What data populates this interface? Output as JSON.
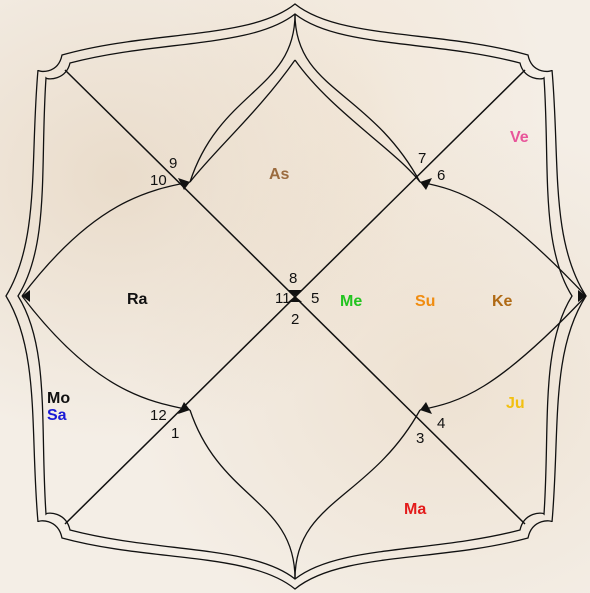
{
  "house_numbers": [
    "9",
    "10",
    "7",
    "6",
    "8",
    "11",
    "5",
    "2",
    "12",
    "1",
    "4",
    "3"
  ],
  "planets": [
    {
      "label": "As",
      "color": "#9b6b3e"
    },
    {
      "label": "Ve",
      "color": "#e8559a"
    },
    {
      "label": "Ra",
      "color": "#111111"
    },
    {
      "label": "Me",
      "color": "#22c41f"
    },
    {
      "label": "Su",
      "color": "#f08c10"
    },
    {
      "label": "Ke",
      "color": "#b06a14"
    },
    {
      "label": "Mo",
      "color": "#111111"
    },
    {
      "label": "Sa",
      "color": "#1a1ad6"
    },
    {
      "label": "Ju",
      "color": "#f2c010"
    },
    {
      "label": "Ma",
      "color": "#e31b1b"
    }
  ]
}
